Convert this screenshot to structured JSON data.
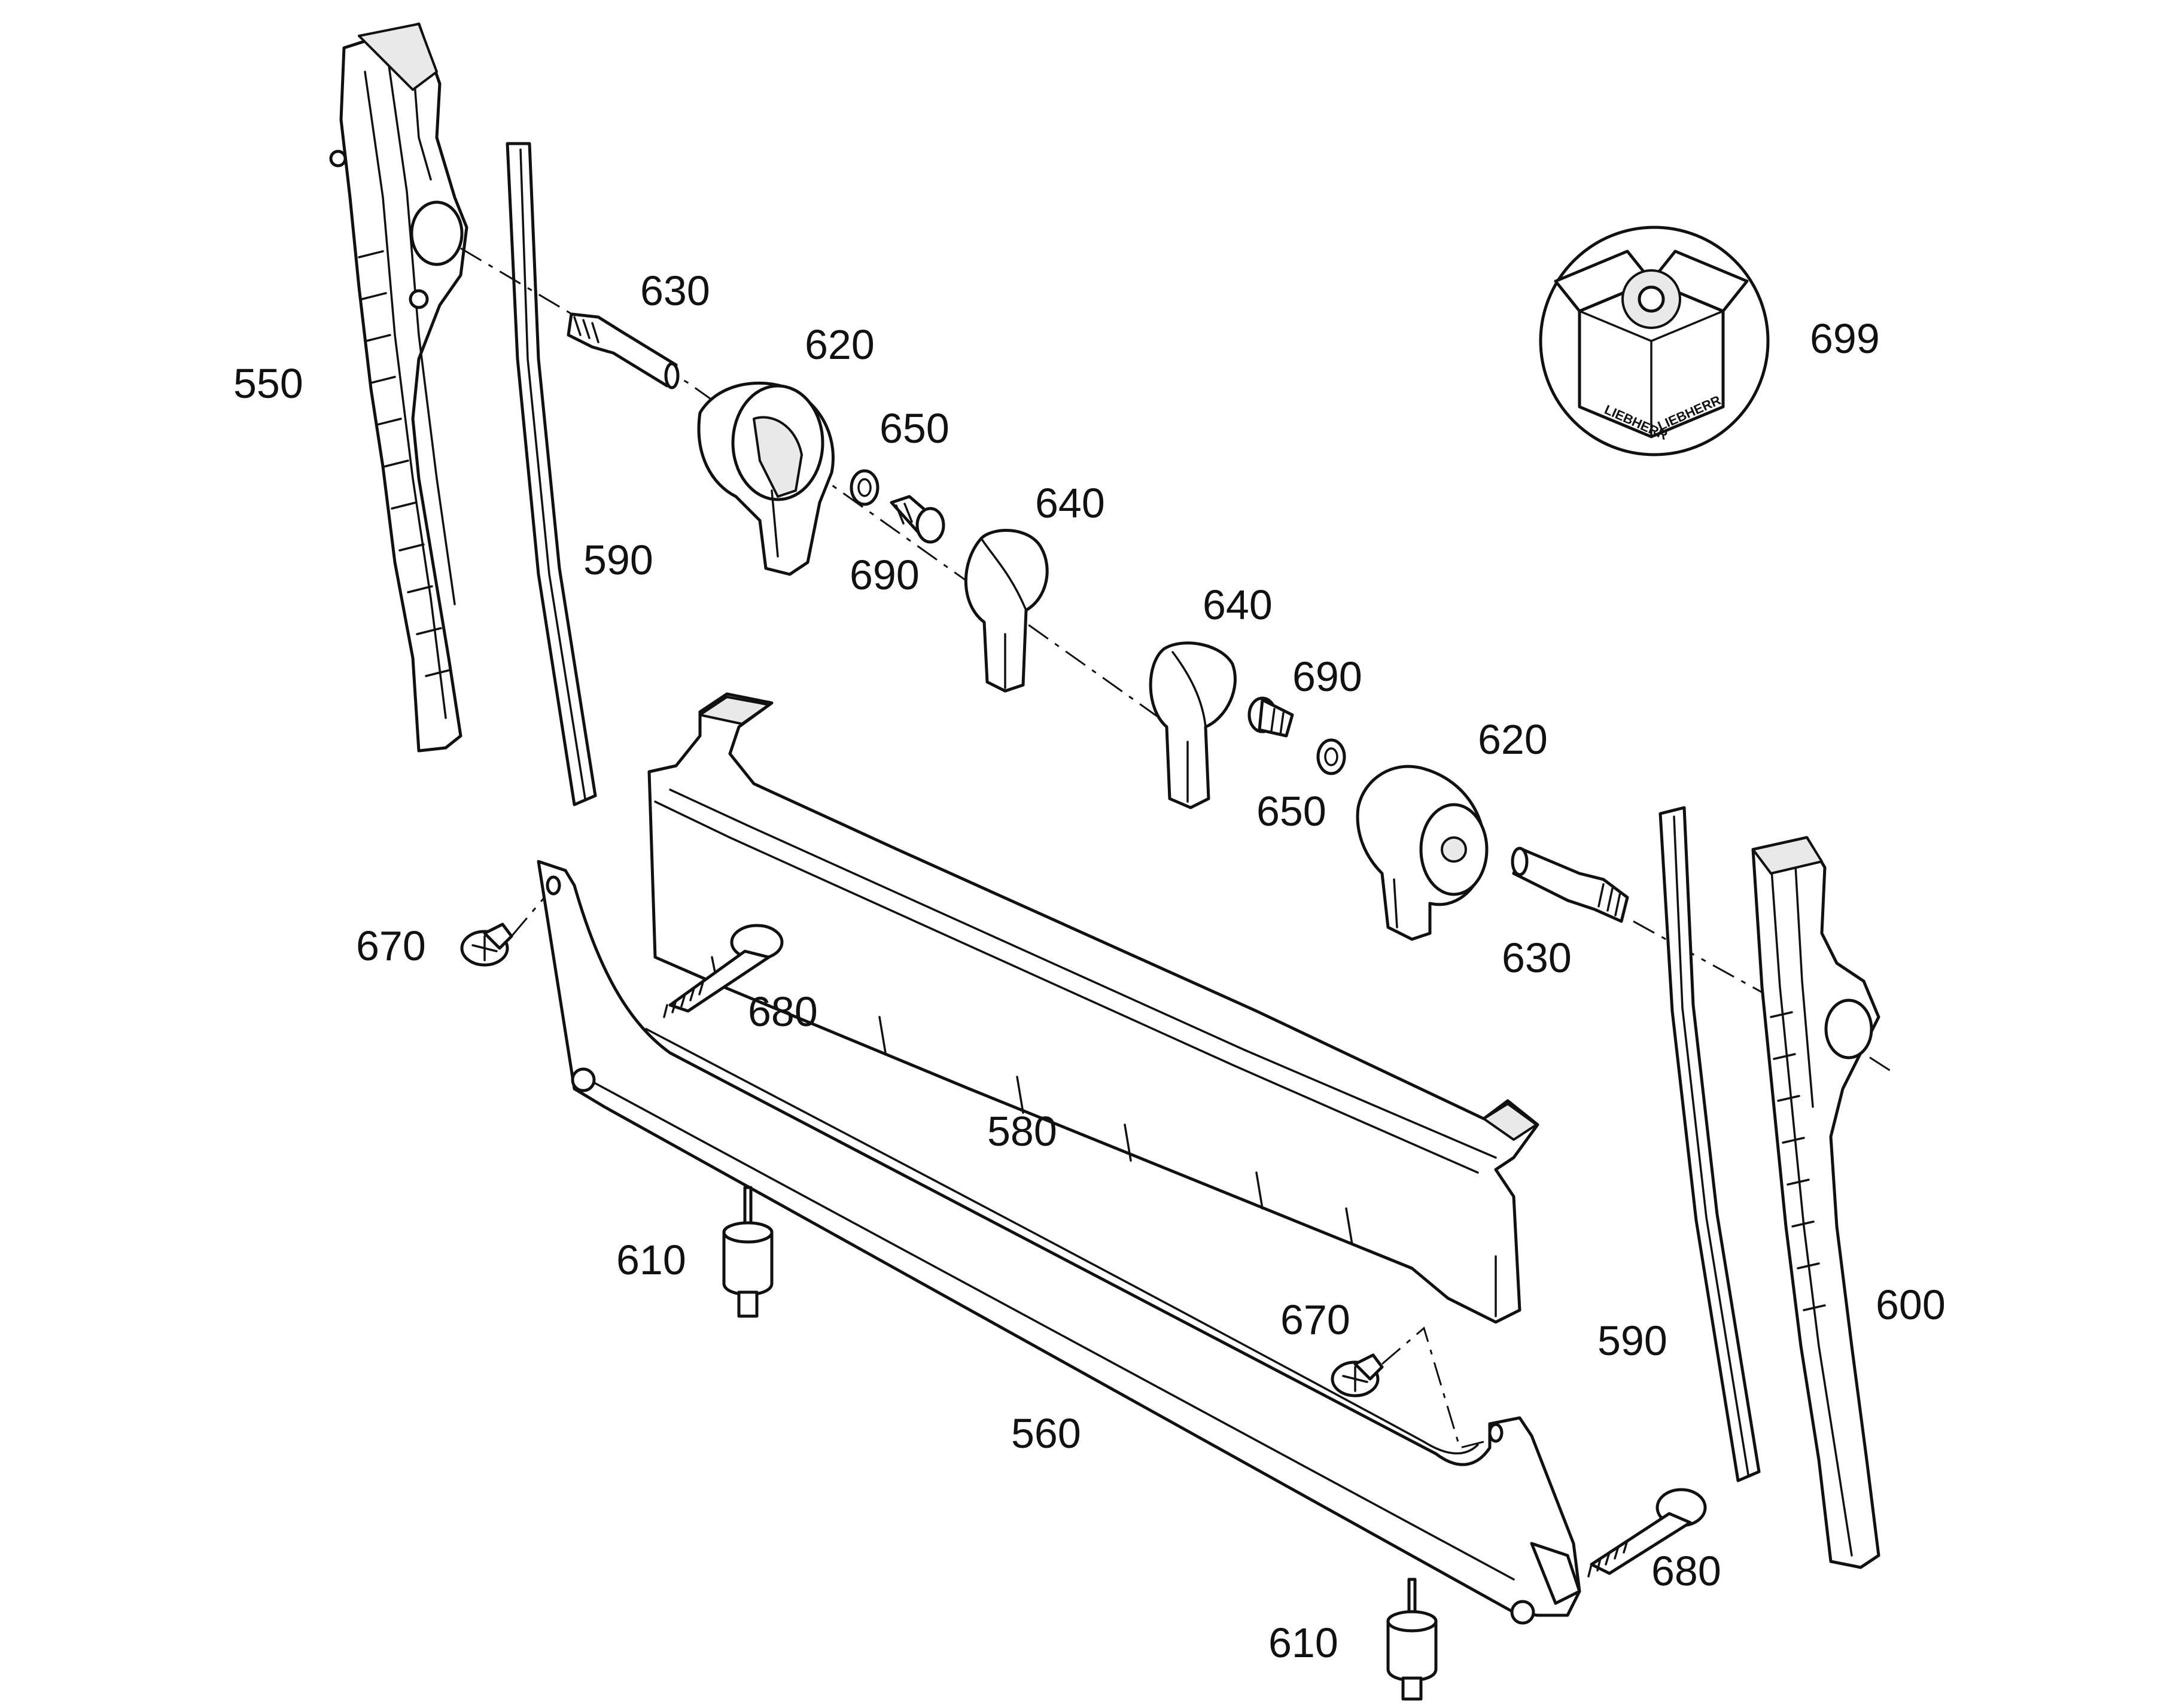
{
  "labels": {
    "p550": "550",
    "p590_left": "590",
    "p630_top": "630",
    "p620_top": "620",
    "p650_top": "650",
    "p690_top": "690",
    "p640_top": "640",
    "p699": "699",
    "p640_mid": "640",
    "p690_mid": "690",
    "p620_mid": "620",
    "p650_mid": "650",
    "p630_mid": "630",
    "p670_left": "670",
    "p680_left": "680",
    "p580": "580",
    "p610_left": "610",
    "p670_right": "670",
    "p590_right": "590",
    "p600": "600",
    "p560": "560",
    "p680_right": "680",
    "p610_bottom": "610"
  },
  "box_logo": "LIEBHERR",
  "colors": {
    "line": "#111111",
    "background": "#ffffff"
  }
}
